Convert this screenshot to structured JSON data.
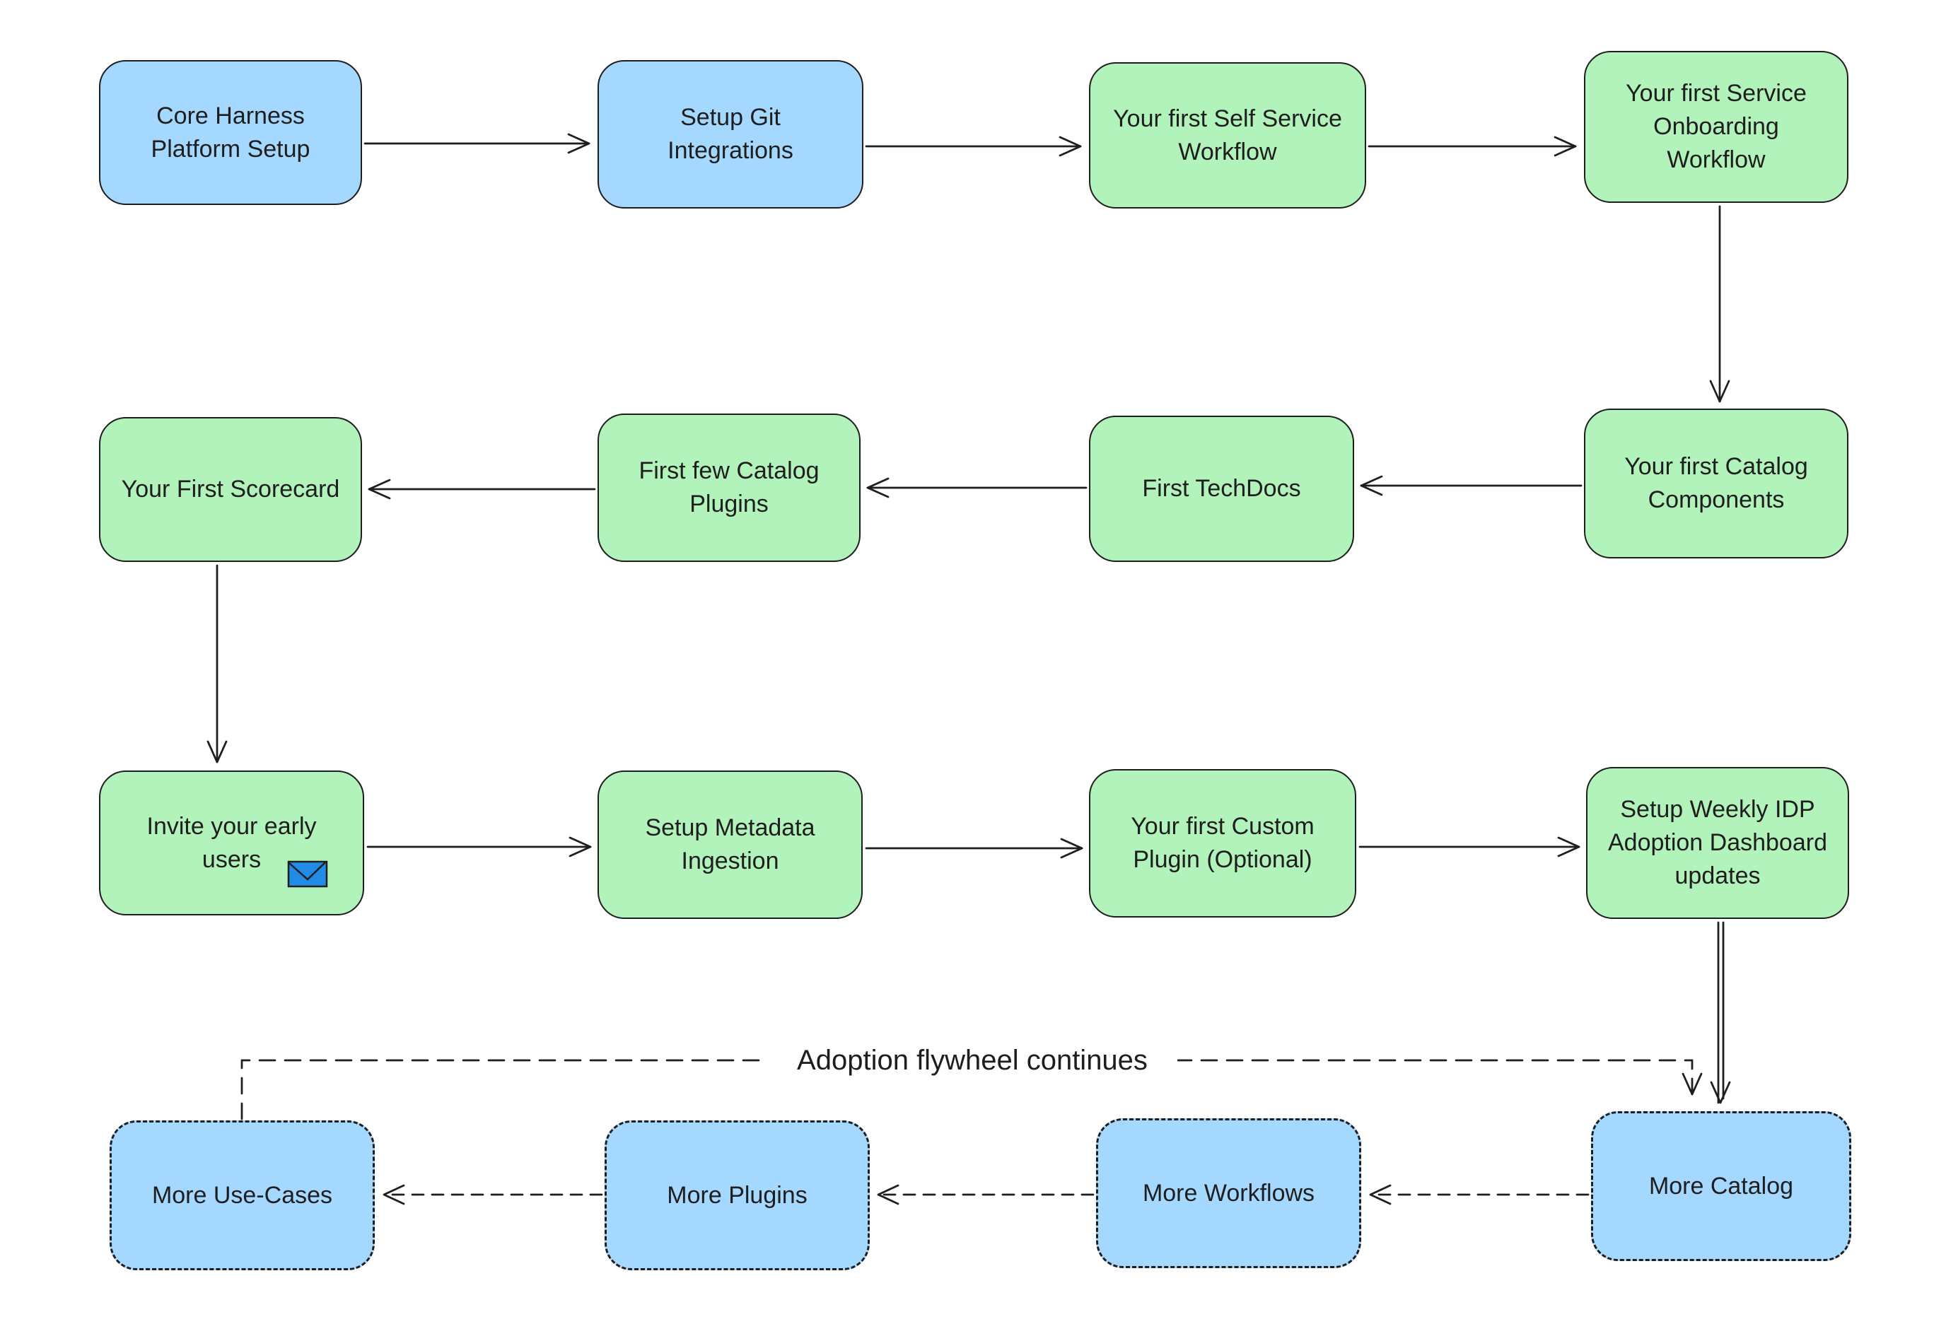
{
  "diagram": {
    "type": "flowchart",
    "background": "#ffffff",
    "colors": {
      "blue_fill": "#a5d8ff",
      "green_fill": "#b2f2bb",
      "stroke": "#1e1e1e",
      "envelope_blue": "#228be6"
    },
    "flywheel_label": "Adoption flywheel continues",
    "nodes": [
      {
        "id": "core-harness-platform-setup",
        "label": "Core Harness\nPlatform Setup",
        "fill": "blue",
        "border": "solid"
      },
      {
        "id": "setup-git-integrations",
        "label": "Setup Git\nIntegrations",
        "fill": "blue",
        "border": "solid"
      },
      {
        "id": "your-first-self-service-workflow",
        "label": "Your first Self Service\nWorkflow",
        "fill": "green",
        "border": "solid"
      },
      {
        "id": "your-first-service-onboarding-workflow",
        "label": "Your first Service\nOnboarding\nWorkflow",
        "fill": "green",
        "border": "solid"
      },
      {
        "id": "your-first-scorecard",
        "label": "Your First Scorecard",
        "fill": "green",
        "border": "solid"
      },
      {
        "id": "first-few-catalog-plugins",
        "label": "First few Catalog\nPlugins",
        "fill": "green",
        "border": "solid"
      },
      {
        "id": "first-techdocs",
        "label": "First TechDocs",
        "fill": "green",
        "border": "solid"
      },
      {
        "id": "your-first-catalog-components",
        "label": "Your first Catalog\nComponents",
        "fill": "green",
        "border": "solid"
      },
      {
        "id": "invite-your-early-users",
        "label": "Invite your early\nusers",
        "fill": "green",
        "border": "solid",
        "icon": "envelope-icon"
      },
      {
        "id": "setup-metadata-ingestion",
        "label": "Setup Metadata\nIngestion",
        "fill": "green",
        "border": "solid"
      },
      {
        "id": "your-first-custom-plugin",
        "label": "Your first Custom\nPlugin (Optional)",
        "fill": "green",
        "border": "solid"
      },
      {
        "id": "setup-weekly-idp-adoption-dashboard-updates",
        "label": "Setup Weekly IDP\nAdoption Dashboard\nupdates",
        "fill": "green",
        "border": "solid"
      },
      {
        "id": "more-use-cases",
        "label": "More Use-Cases",
        "fill": "blue",
        "border": "dashed"
      },
      {
        "id": "more-plugins",
        "label": "More Plugins",
        "fill": "blue",
        "border": "dashed"
      },
      {
        "id": "more-workflows",
        "label": "More Workflows",
        "fill": "blue",
        "border": "dashed"
      },
      {
        "id": "more-catalog",
        "label": "More Catalog",
        "fill": "blue",
        "border": "dashed"
      }
    ],
    "edges": [
      {
        "from": "core-harness-platform-setup",
        "to": "setup-git-integrations",
        "style": "solid",
        "direction": "right"
      },
      {
        "from": "setup-git-integrations",
        "to": "your-first-self-service-workflow",
        "style": "solid",
        "direction": "right"
      },
      {
        "from": "your-first-self-service-workflow",
        "to": "your-first-service-onboarding-workflow",
        "style": "solid",
        "direction": "right"
      },
      {
        "from": "your-first-service-onboarding-workflow",
        "to": "your-first-catalog-components",
        "style": "solid",
        "direction": "down"
      },
      {
        "from": "your-first-catalog-components",
        "to": "first-techdocs",
        "style": "solid",
        "direction": "left"
      },
      {
        "from": "first-techdocs",
        "to": "first-few-catalog-plugins",
        "style": "solid",
        "direction": "left"
      },
      {
        "from": "first-few-catalog-plugins",
        "to": "your-first-scorecard",
        "style": "solid",
        "direction": "left"
      },
      {
        "from": "your-first-scorecard",
        "to": "invite-your-early-users",
        "style": "solid",
        "direction": "down"
      },
      {
        "from": "invite-your-early-users",
        "to": "setup-metadata-ingestion",
        "style": "solid",
        "direction": "right"
      },
      {
        "from": "setup-metadata-ingestion",
        "to": "your-first-custom-plugin",
        "style": "solid",
        "direction": "right"
      },
      {
        "from": "your-first-custom-plugin",
        "to": "setup-weekly-idp-adoption-dashboard-updates",
        "style": "solid",
        "direction": "right"
      },
      {
        "from": "setup-weekly-idp-adoption-dashboard-updates",
        "to": "more-catalog",
        "style": "solid",
        "direction": "down"
      },
      {
        "from": "more-catalog",
        "to": "more-workflows",
        "style": "dashed",
        "direction": "left"
      },
      {
        "from": "more-workflows",
        "to": "more-plugins",
        "style": "dashed",
        "direction": "left"
      },
      {
        "from": "more-plugins",
        "to": "more-use-cases",
        "style": "dashed",
        "direction": "left"
      },
      {
        "from": "more-use-cases",
        "to": "more-catalog",
        "style": "dashed",
        "direction": "loop",
        "label": "Adoption flywheel continues"
      }
    ]
  }
}
